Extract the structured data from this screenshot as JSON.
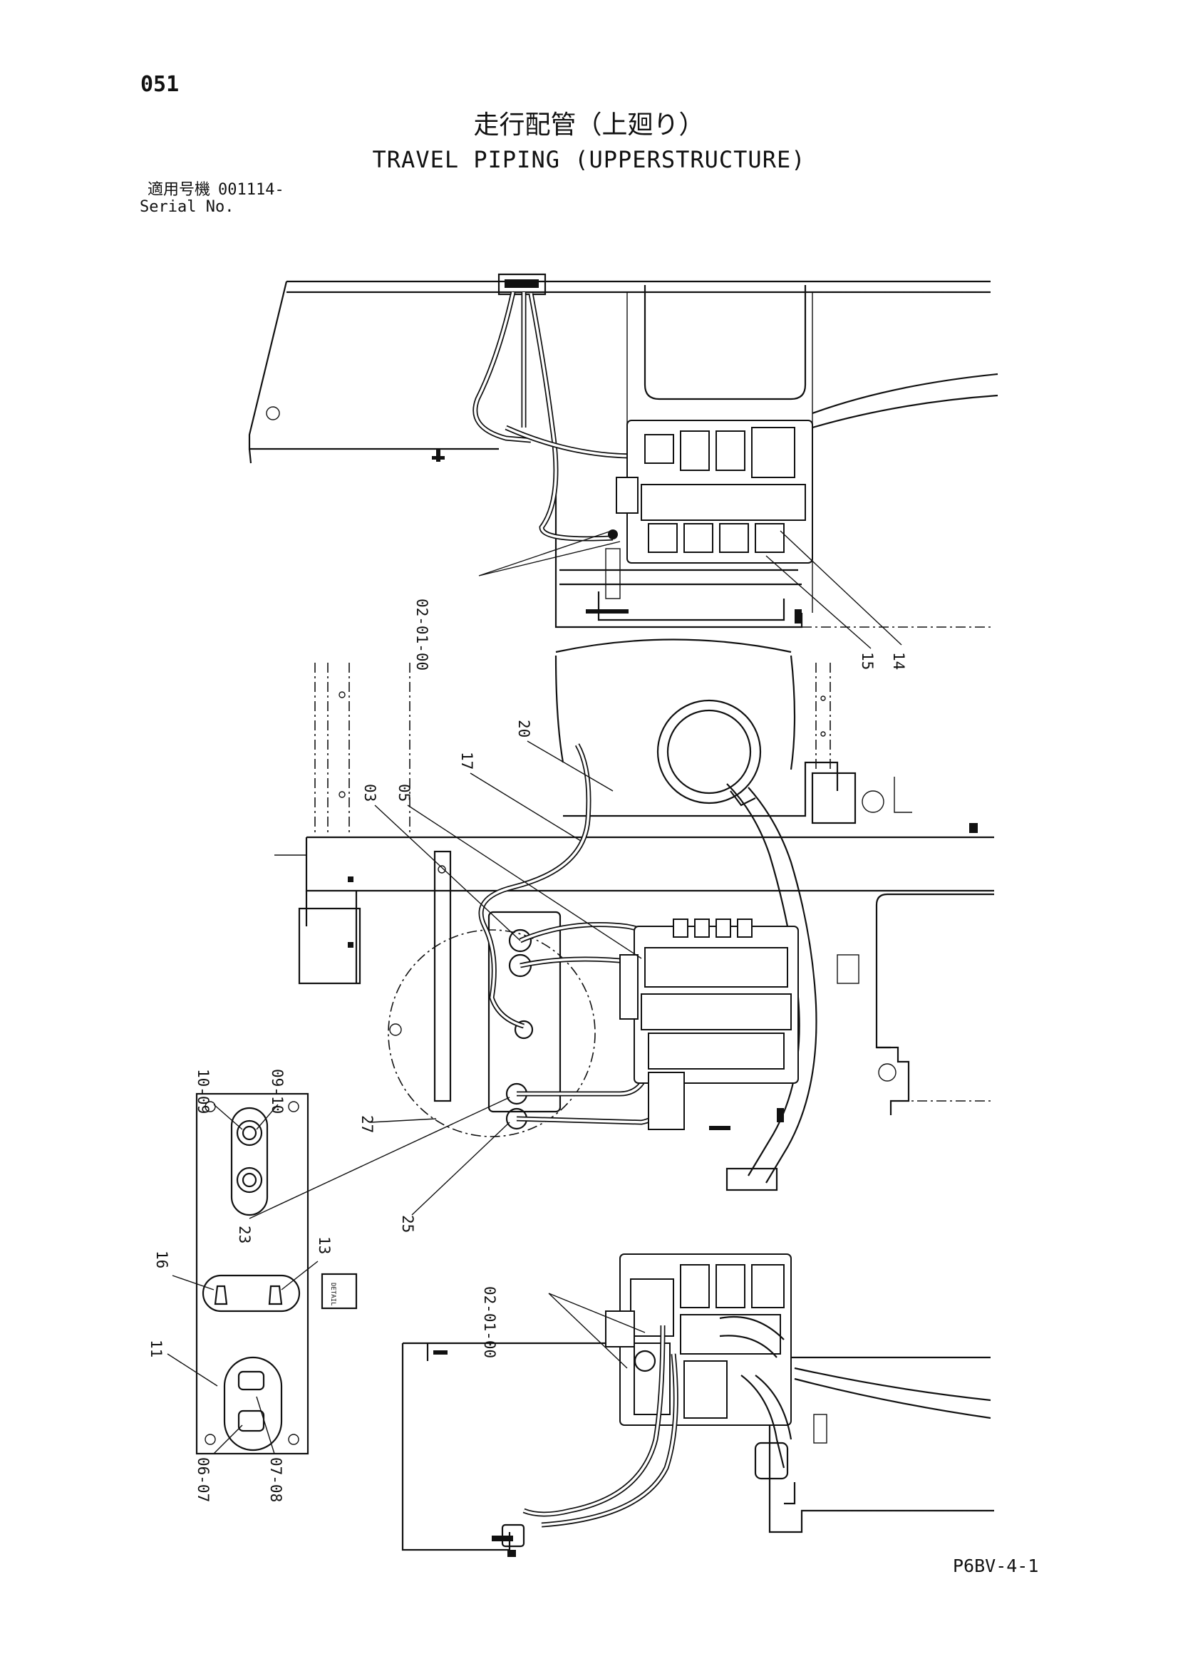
{
  "page": {
    "number": "051",
    "title_jp": "走行配管（上廻り）",
    "title_en": "TRAVEL PIPING (UPPERSTRUCTURE)",
    "serial_label_jp": "適用号機",
    "serial_value": "001114-",
    "serial_label_en": "Serial No.",
    "drawing_code": "P6BV-4-1"
  },
  "callouts": {
    "top_02_01_00": "02-01-00",
    "c15": "15",
    "c14": "14",
    "c20": "20",
    "c17": "17",
    "c03": "03",
    "c05": "05",
    "c27": "27",
    "c23": "23",
    "c25": "25",
    "c10_09_left": "10-09",
    "c09_10_right": "09-10",
    "c16": "16",
    "c13": "13",
    "c11": "11",
    "c06_07": "06-07",
    "c07_08": "07-08",
    "bottom_02_01_00": "02-01-00",
    "detail_tag": "DETAIL"
  }
}
